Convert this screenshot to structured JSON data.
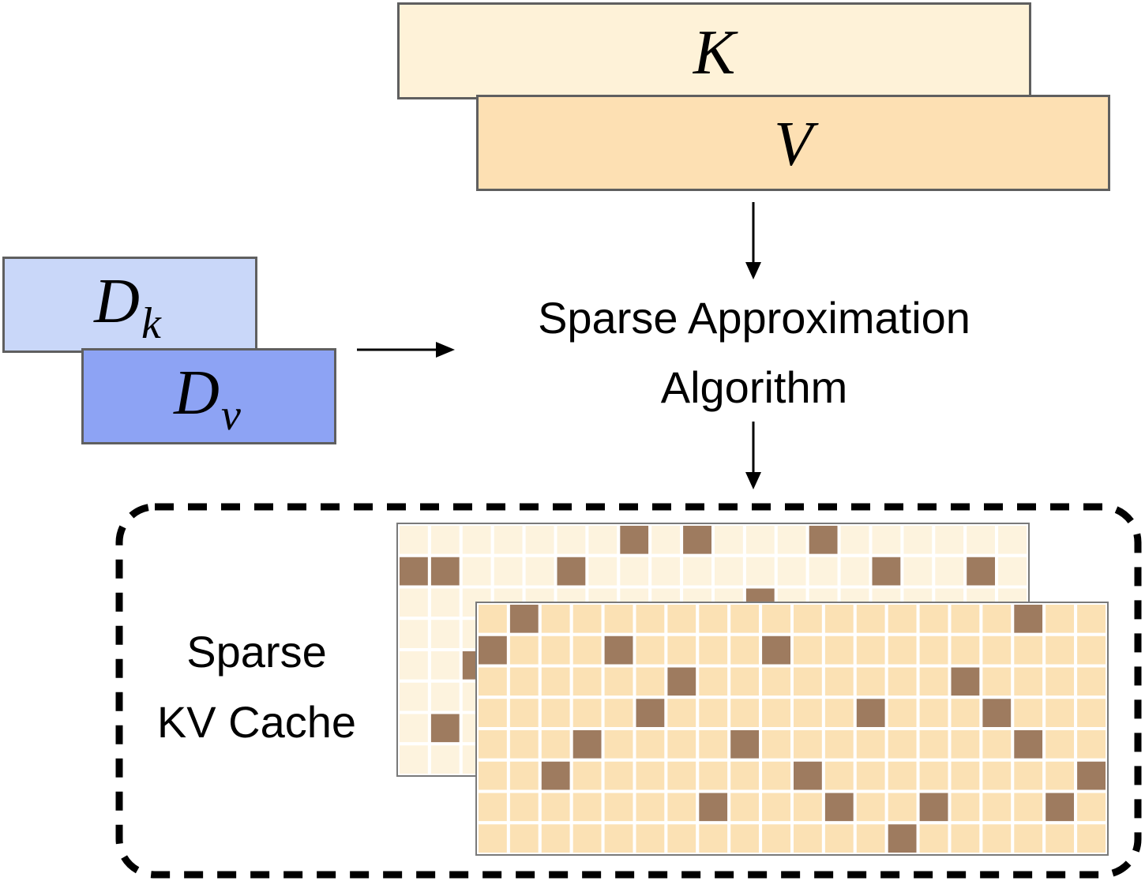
{
  "boxes": {
    "k": {
      "symbol": "K"
    },
    "v": {
      "symbol": "V"
    },
    "dk": {
      "symbol": "D",
      "subscript": "k"
    },
    "dv": {
      "symbol": "D",
      "subscript": "v"
    }
  },
  "algorithm": {
    "line1": "Sparse Approximation",
    "line2": "Algorithm"
  },
  "cache": {
    "line1": "Sparse",
    "line2": "KV Cache"
  },
  "colors": {
    "k_fill": "#fef2d8",
    "v_fill": "#fde0b3",
    "dk_fill": "#c9d7f9",
    "dv_fill": "#8da3f4",
    "sparse_cell": "#9e7b5f",
    "back_cell": "#fdf3de",
    "front_cell": "#fbe1b4"
  },
  "grids": {
    "back": {
      "rows": 8,
      "cols": 20,
      "filled": [
        [
          0,
          7
        ],
        [
          0,
          9
        ],
        [
          0,
          13
        ],
        [
          1,
          0
        ],
        [
          1,
          1
        ],
        [
          1,
          5
        ],
        [
          1,
          15
        ],
        [
          1,
          18
        ],
        [
          2,
          11
        ],
        [
          4,
          2
        ],
        [
          6,
          1
        ]
      ]
    },
    "front": {
      "rows": 8,
      "cols": 20,
      "filled": [
        [
          0,
          1
        ],
        [
          0,
          17
        ],
        [
          1,
          0
        ],
        [
          1,
          4
        ],
        [
          1,
          9
        ],
        [
          2,
          6
        ],
        [
          2,
          15
        ],
        [
          3,
          5
        ],
        [
          3,
          12
        ],
        [
          3,
          16
        ],
        [
          4,
          3
        ],
        [
          4,
          8
        ],
        [
          4,
          17
        ],
        [
          5,
          2
        ],
        [
          5,
          10
        ],
        [
          5,
          19
        ],
        [
          6,
          7
        ],
        [
          6,
          11
        ],
        [
          6,
          14
        ],
        [
          6,
          18
        ],
        [
          7,
          13
        ]
      ]
    }
  }
}
